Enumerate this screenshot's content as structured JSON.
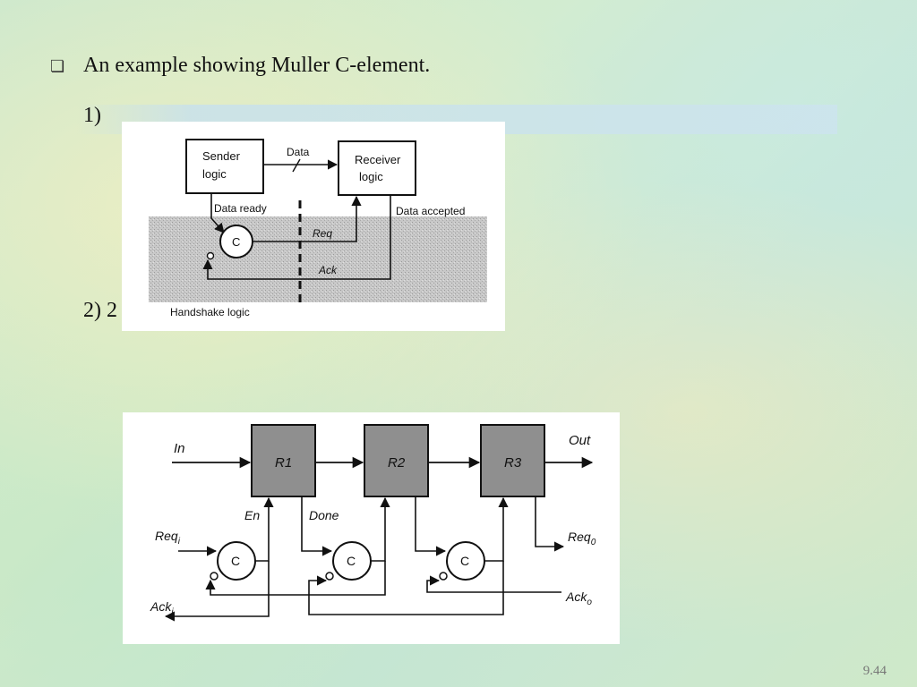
{
  "slide": {
    "bullet_icon": "checkbox-bullet-icon",
    "heading": "An example showing Muller C-element.",
    "item1_label": "1)",
    "item2_label": "2) 2",
    "page_number": "9.44"
  },
  "diagram1": {
    "sender_line1": "Sender",
    "sender_line2": "logic",
    "receiver_line1": "Receiver",
    "receiver_line2": "logic",
    "data_label": "Data",
    "data_ready_label": "Data ready",
    "data_accepted_label": "Data accepted",
    "c_label": "C",
    "req_label": "Req",
    "ack_label": "Ack",
    "handshake_label": "Handshake logic"
  },
  "diagram2": {
    "in_label": "In",
    "out_label": "Out",
    "r1_label": "R1",
    "r2_label": "R2",
    "r3_label": "R3",
    "en_label": "En",
    "done_label": "Done",
    "reqi_main": "Req",
    "reqi_sub": "i",
    "acki_main": "Ack",
    "acki_sub": "i",
    "reqo_main": "Req",
    "reqo_sub": "0",
    "acko_main": "Ack",
    "acko_sub": "o",
    "c_label": "C"
  }
}
